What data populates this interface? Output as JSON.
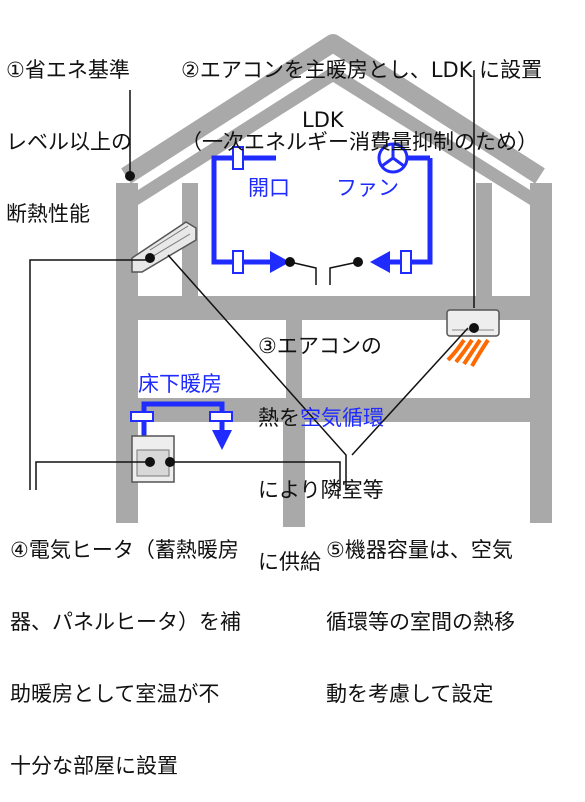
{
  "labels": {
    "item1": [
      "①省エネ基準",
      "レベル以上の",
      "断熱性能"
    ],
    "item2": [
      "②エアコンを主暖房とし、LDK に設置",
      "（一次エネルギー消費量抑制のため）"
    ],
    "ldk": "LDK",
    "opening": "開口",
    "fan": "ファン",
    "item3": {
      "line1": "③エアコンの",
      "line2_prefix": "熱を",
      "line2_highlight": "空気循環",
      "line3": "により隣室等",
      "line4": "に供給"
    },
    "floor_heating": "床下暖房",
    "item4": [
      "④電気ヒータ（蓄熱暖房",
      "器、パネルヒータ）を補",
      "助暖房として室温が不",
      "十分な部屋に設置"
    ],
    "item5": [
      "⑤機器容量は、空気",
      "循環等の室間の熱移",
      "動を考慮して設定"
    ]
  },
  "colors": {
    "house": "#a9a9a9",
    "flow": "#1f2bff",
    "heat": "#ff6a00",
    "text": "#111111"
  }
}
